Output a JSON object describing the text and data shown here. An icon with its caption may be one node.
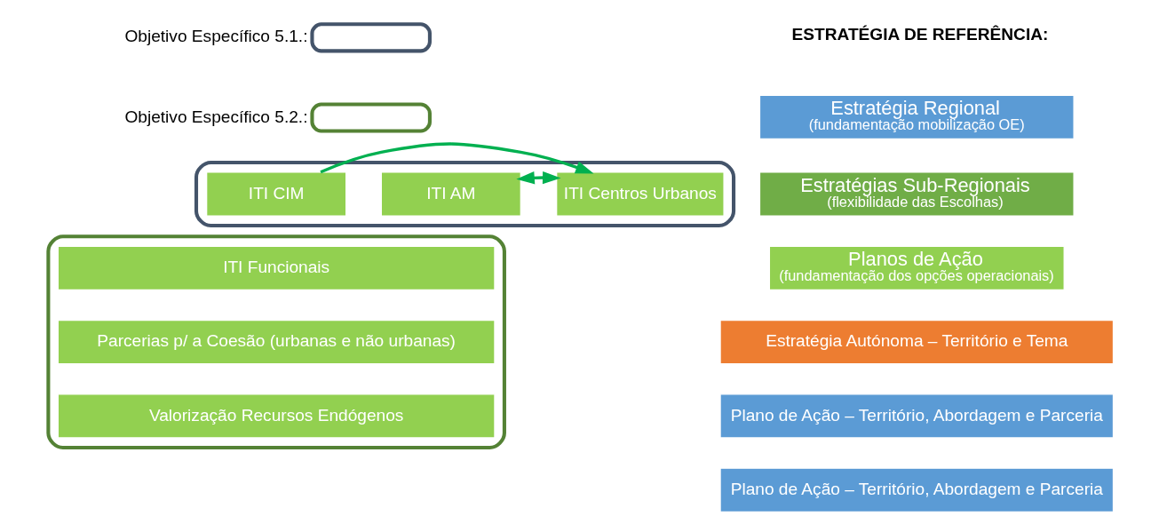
{
  "diagram": {
    "nodes": [
      {
        "text": [],
        "shape": "box"
      },
      {
        "text": [
          "ITI CIM"
        ],
        "in": 0
      },
      {
        "text": [
          "ITI AM"
        ],
        "in": 0
      },
      {
        "text": [
          "ITI Centros Urbanos"
        ],
        "in": 0
      },
      {
        "text": [],
        "shape": "box"
      },
      {
        "text": [
          "ITI Funcionais"
        ],
        "in": 4
      },
      {
        "text": [
          "Parcerias p/ a Coesão (urbanas e não urbanas)"
        ],
        "in": 4
      },
      {
        "text": [
          "Valorização Recursos Endógenos"
        ],
        "in": 4
      },
      {
        "text": [
          "Estratégia Regional",
          "(fundamentação mobilização OE)"
        ]
      },
      {
        "text": [
          "Estratégias Sub-Regionais",
          "(flexibilidade das Escolhas)"
        ]
      },
      {
        "text": [
          "Planos de Ação",
          "(fundamentação dos opções operacionais)"
        ]
      },
      {
        "text": [
          "Estratégia Autónoma – Território e Tema"
        ]
      },
      {
        "text": [
          "Plano de Ação – Território, Abordagem e Parceria"
        ]
      },
      {
        "text": [
          "Plano de Ação – Território, Abordagem e Parceria"
        ]
      }
    ],
    "edges": [
      {
        "from": 2,
        "to": 3,
        "arrow": "both"
      },
      {
        "from": 1,
        "to": 3,
        "arrow": "to"
      }
    ],
    "labels": [
      "ESTRATÉGIA DE REFERÊNCIA:"
    ],
    "legend": [
      {
        "text": "Objetivo Específico 5.1.:"
      },
      {
        "text": "Objetivo Específico 5.2.:"
      }
    ]
  }
}
